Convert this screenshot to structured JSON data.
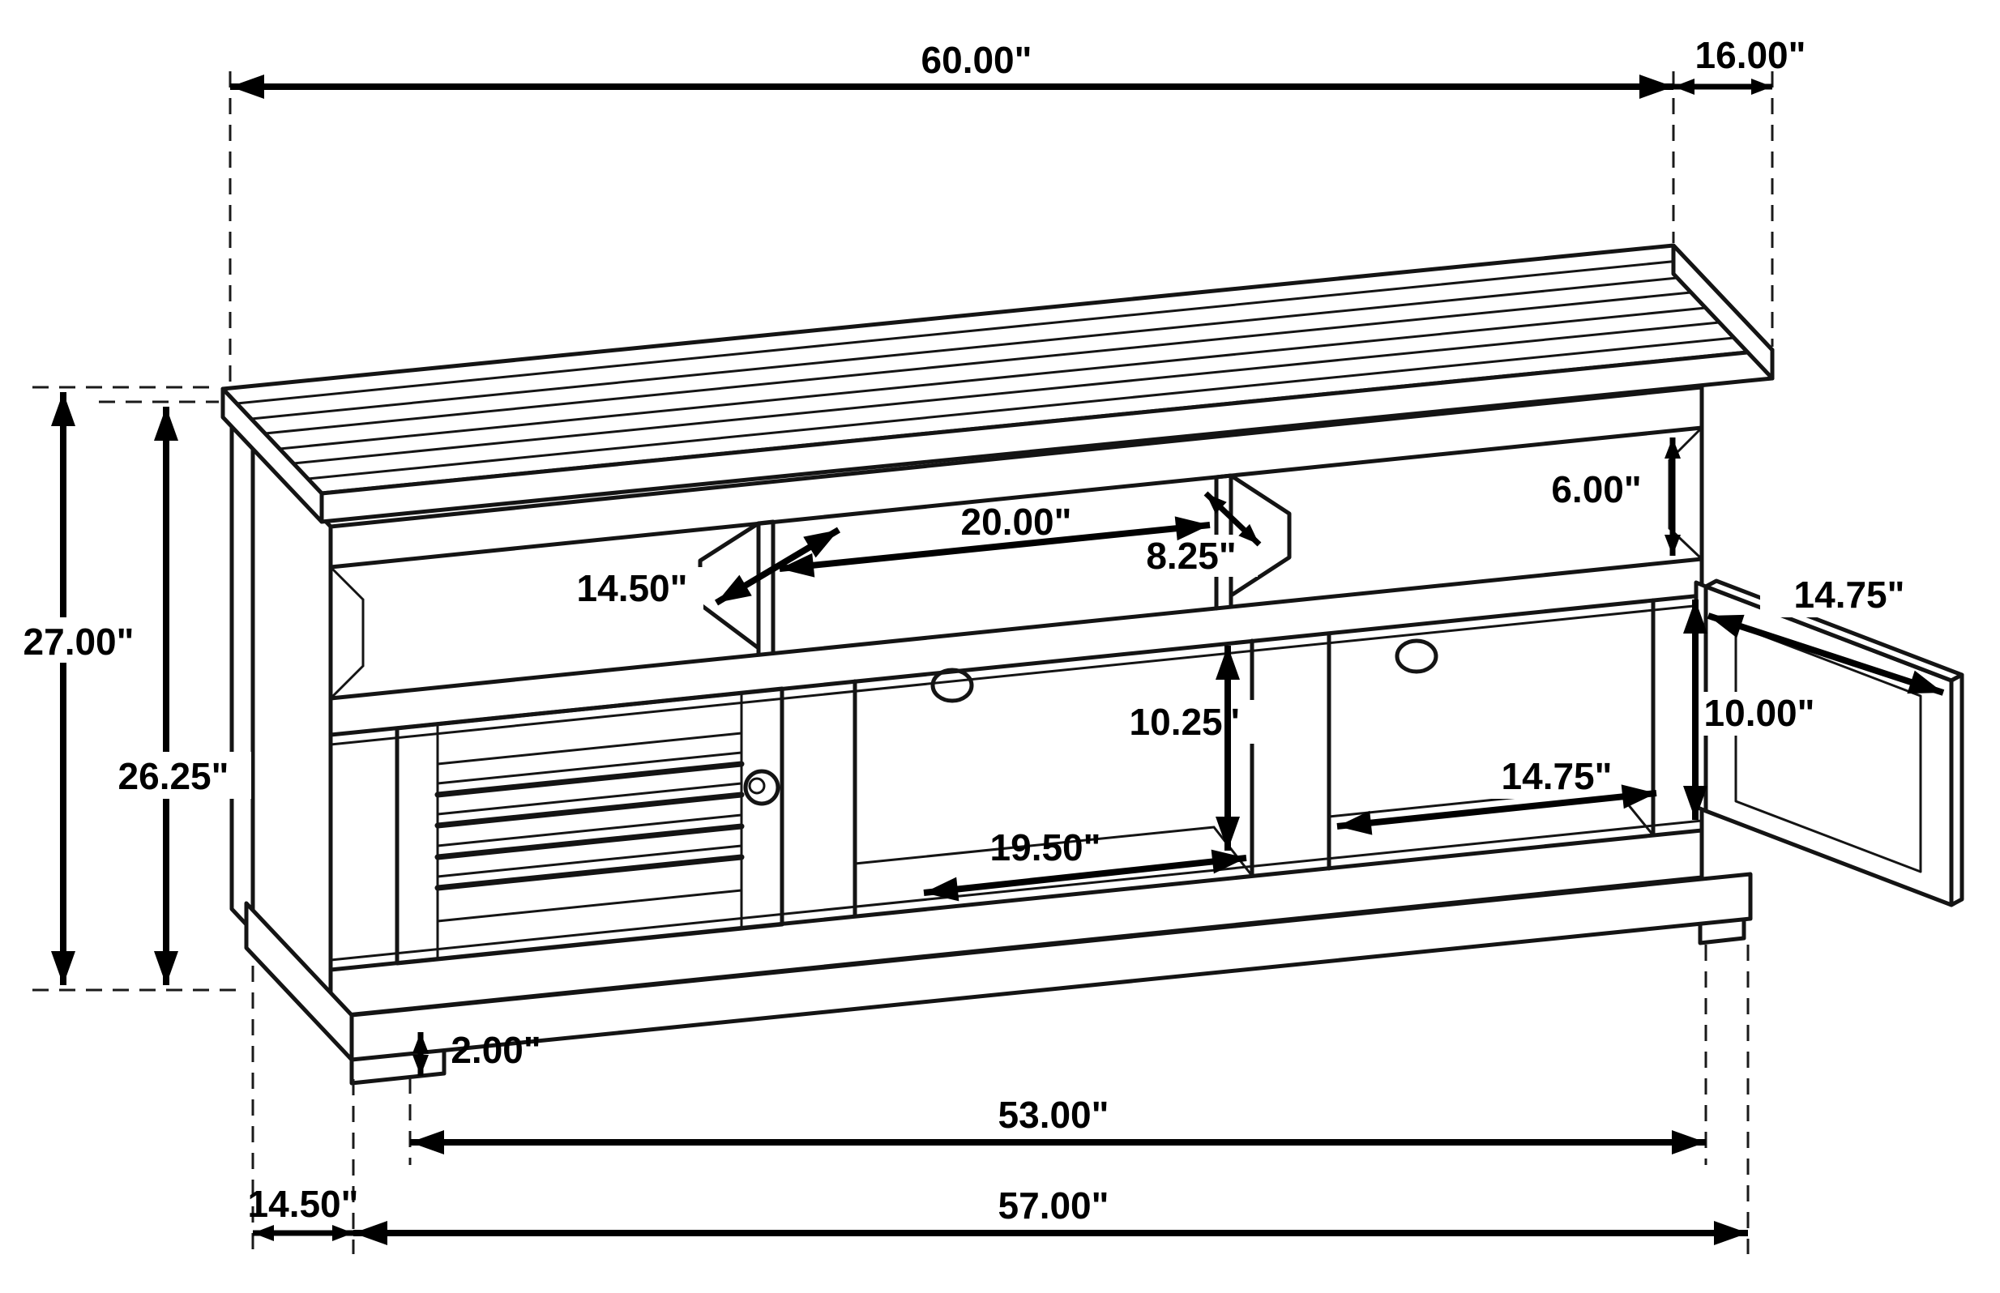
{
  "figure": {
    "kind": "furniture-dimension-line-drawing",
    "subject": "media console / TV stand with slatted top, louvered door and open right door",
    "units": "inches",
    "line_color": "#141414",
    "background": "#ffffff"
  },
  "labels": {
    "overall_width": "60.00\"",
    "top_depth": "16.00\"",
    "overall_height": "27.00\"",
    "body_height": "26.25\"",
    "hutch_opening_height": "6.00\"",
    "center_shelf_width": "20.00\"",
    "shelf_depth": "14.50\"",
    "divider_depth": "8.25\"",
    "opening_height": "10.25\"",
    "center_opening_width": "19.50\"",
    "side_opening_width": "14.75\"",
    "door_height": "10.00\"",
    "door_width": "14.75\"",
    "base_height": "2.00\"",
    "leg_span": "53.00\"",
    "base_width": "57.00\"",
    "base_depth": "14.50\""
  },
  "measurements": [
    {
      "name": "overall width",
      "inches": 60.0
    },
    {
      "name": "top depth",
      "inches": 16.0
    },
    {
      "name": "overall height",
      "inches": 27.0
    },
    {
      "name": "height without top",
      "inches": 26.25
    },
    {
      "name": "upper shelf opening height",
      "inches": 6.0
    },
    {
      "name": "center top shelf width",
      "inches": 20.0
    },
    {
      "name": "top shelf depth (diagonal)",
      "inches": 14.5
    },
    {
      "name": "shelf divider spacing (diagonal)",
      "inches": 8.25
    },
    {
      "name": "lower opening height",
      "inches": 10.25
    },
    {
      "name": "center opening width",
      "inches": 19.5
    },
    {
      "name": "right opening width",
      "inches": 14.75
    },
    {
      "name": "right door height",
      "inches": 10.0
    },
    {
      "name": "right door width",
      "inches": 14.75
    },
    {
      "name": "base / foot height",
      "inches": 2.0
    },
    {
      "name": "width between outer legs",
      "inches": 53.0
    },
    {
      "name": "base width",
      "inches": 57.0
    },
    {
      "name": "base depth",
      "inches": 14.5
    }
  ]
}
